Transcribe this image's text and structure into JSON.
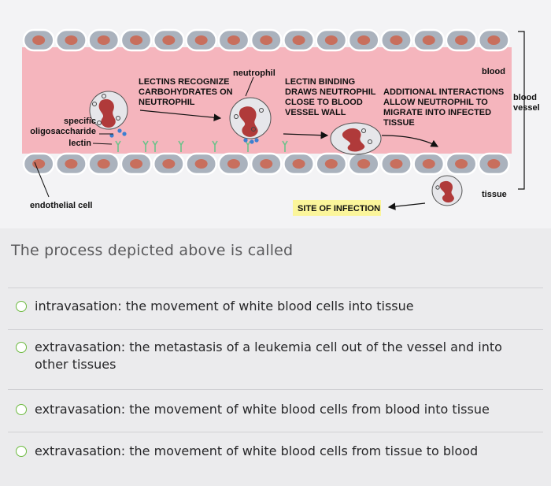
{
  "figure": {
    "colors": {
      "vessel": "#f5b5bd",
      "endothelial_cell": "#aab2bd",
      "nucleus": "#c86f5d",
      "cell_border": "#ffffff",
      "highlight": "#fbf59b"
    },
    "labels": {
      "neutrophil": "neutrophil",
      "blood": "blood",
      "blood_vessel_line1": "blood",
      "blood_vessel_line2": "vessel",
      "step1_line1": "LECTINS RECOGNIZE",
      "step1_line2": "CARBOHYDRATES ON",
      "step1_line3": "NEUTROPHIL",
      "step2_line1": "LECTIN BINDING",
      "step2_line2": "DRAWS NEUTROPHIL",
      "step2_line3": "CLOSE TO BLOOD",
      "step2_line4": "VESSEL WALL",
      "step3_line1": "ADDITIONAL INTERACTIONS",
      "step3_line2": "ALLOW NEUTROPHIL TO",
      "step3_line3": "MIGRATE INTO INFECTED",
      "step3_line4": "TISSUE",
      "specific_line1": "specific",
      "specific_line2": "oligosaccharide",
      "lectin": "lectin",
      "endothelial_cell": "endothelial cell",
      "site_of_infection": "SITE OF INFECTION",
      "tissue": "tissue"
    }
  },
  "question": {
    "prompt": "The process depicted above is called",
    "options": [
      "intravasation: the movement of white blood cells into tissue",
      "extravasation: the metastasis of a leukemia cell out of the vessel and into other tissues",
      "extravasation: the movement of white blood cells from blood into tissue",
      "extravasation: the movement of white blood cells from tissue to blood"
    ]
  }
}
